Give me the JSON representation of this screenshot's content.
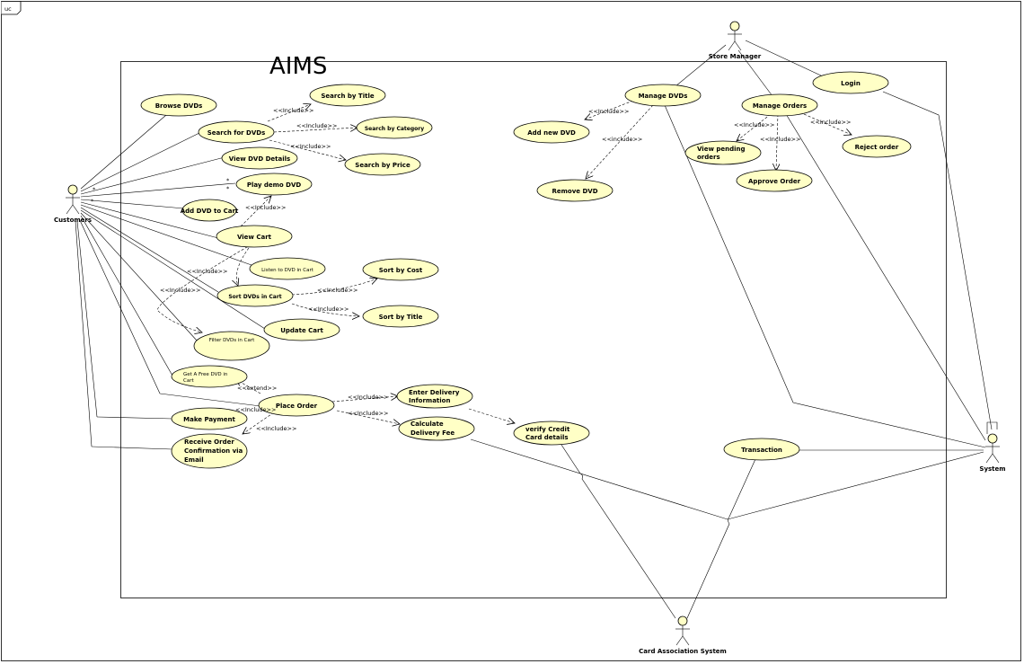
{
  "frame": {
    "tag": "uc"
  },
  "system_boundary": {
    "title": "AIMS"
  },
  "actors": {
    "customers": "Customers",
    "store_manager": "Store Manager",
    "system": "System",
    "card_association": "Card Association System"
  },
  "multiplicity": {
    "star": "*"
  },
  "use_cases": {
    "browse_dvds": "Browse DVDs",
    "search_for_dvds": "Search for DVDs",
    "search_by_title": "Search by Title",
    "search_by_category": "Search by Category",
    "search_by_price": "Search by Price",
    "view_dvd_details": "View DVD Details",
    "play_demo_dvd": "Play demo DVD",
    "add_dvd_to_cart": "Add DVD to Cart",
    "view_cart": "View Cart",
    "listen_to_dvd": "Listen to DVD in Cart",
    "sort_dvds_in_cart": "Sort DVDs in Cart",
    "sort_by_cost": "Sort by Cost",
    "sort_by_title": "Sort by Title",
    "update_cart": "Update Cart",
    "filter_dvds": "Filter DVDs in Cart",
    "get_free_dvd": [
      "Get A Free DVD in",
      "Cart"
    ],
    "place_order": "Place Order",
    "make_payment": "Make Payment",
    "receive_confirmation": [
      "Receive Order",
      "Confirmation via",
      "Email"
    ],
    "enter_delivery": [
      "Enter Delivery",
      "Information"
    ],
    "calculate_fee": [
      "Calculate",
      "Delivery Fee"
    ],
    "verify_card": [
      "verify Credit",
      "Card details"
    ],
    "manage_dvds": "Manage DVDs",
    "add_new_dvd": "Add new DVD",
    "remove_dvd": "Remove DVD",
    "manage_orders": "Manage Orders",
    "view_pending": [
      "View pending",
      "orders"
    ],
    "approve_order": "Approve Order",
    "reject_order": "Reject order",
    "login": "Login",
    "transaction": "Transaction"
  },
  "stereotypes": {
    "include": "<<Include>>",
    "include_lower": "<<include>>",
    "extend": "<<extend>>"
  }
}
